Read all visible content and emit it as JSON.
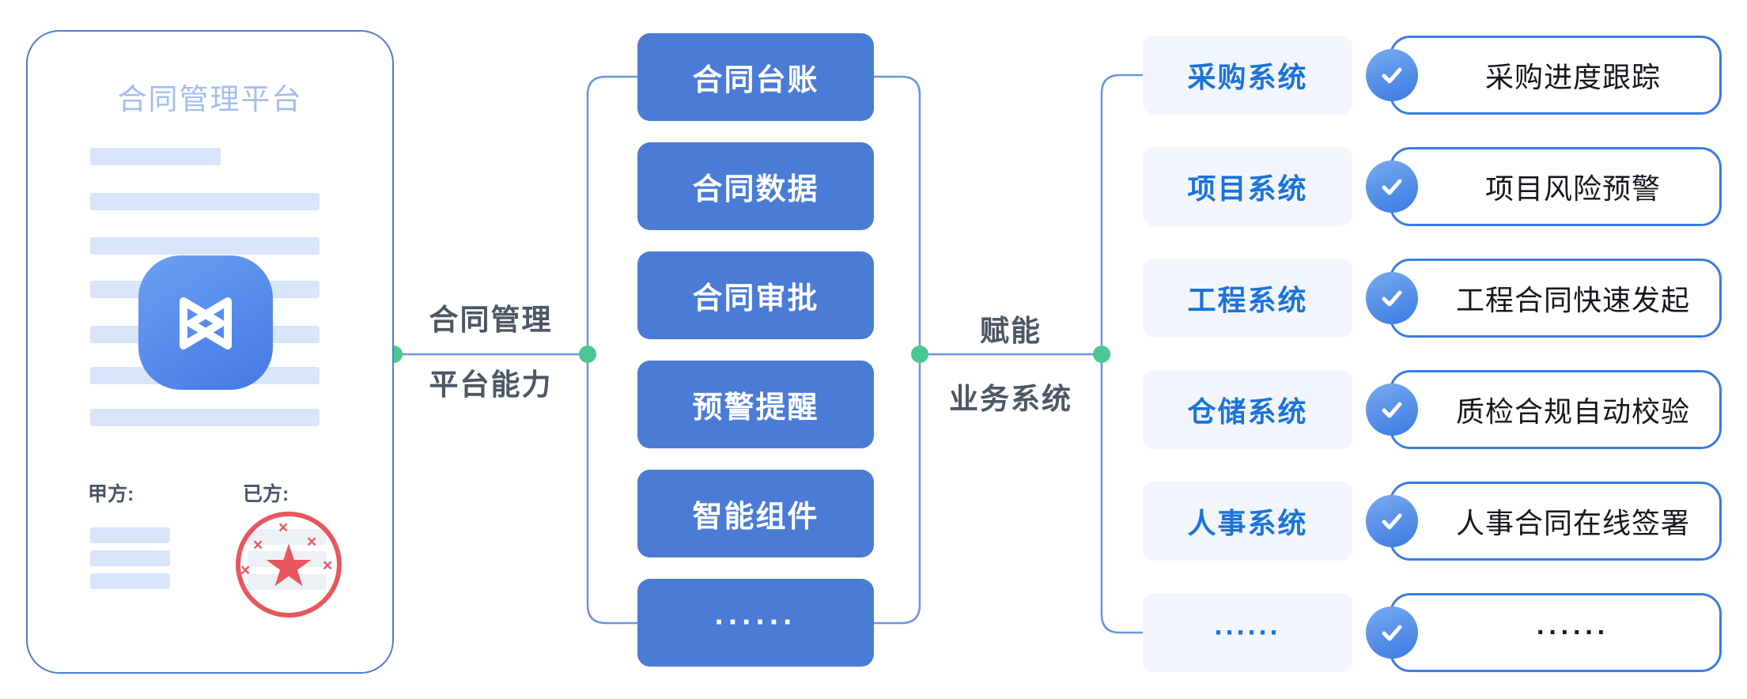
{
  "platform_card": {
    "title": "合同管理平台",
    "party_a_label": "甲方:",
    "party_b_label": "已方:"
  },
  "connector_labels": {
    "left": {
      "line1": "合同管理",
      "line2": "平台能力"
    },
    "right": {
      "line1": "赋能",
      "line2": "业务系统"
    }
  },
  "capabilities": [
    "合同台账",
    "合同数据",
    "合同审批",
    "预警提醒",
    "智能组件",
    "······"
  ],
  "systems": [
    "采购系统",
    "项目系统",
    "工程系统",
    "仓储系统",
    "人事系统",
    "······"
  ],
  "features": [
    "采购进度跟踪",
    "项目风险预警",
    "工程合同快速发起",
    "质检合规自动校验",
    "人事合同在线签署",
    "······"
  ],
  "icons": {
    "app_icon": "link-bowtie-icon",
    "check_badge": "check-icon",
    "seal": "star-stamp-seal-icon"
  },
  "colors": {
    "capability_box_blue": "#4a7bd5",
    "system_text_blue": "#1a73d9",
    "system_box_bg": "#f2f6fc",
    "pill_border_blue": "#3b7be4",
    "connector_line_blue": "#6b93e0",
    "node_dot_green": "#4cc794",
    "seal_red": "#e8565e",
    "card_title_blue": "#a3bdf0",
    "label_text_dark": "#4d5765"
  }
}
